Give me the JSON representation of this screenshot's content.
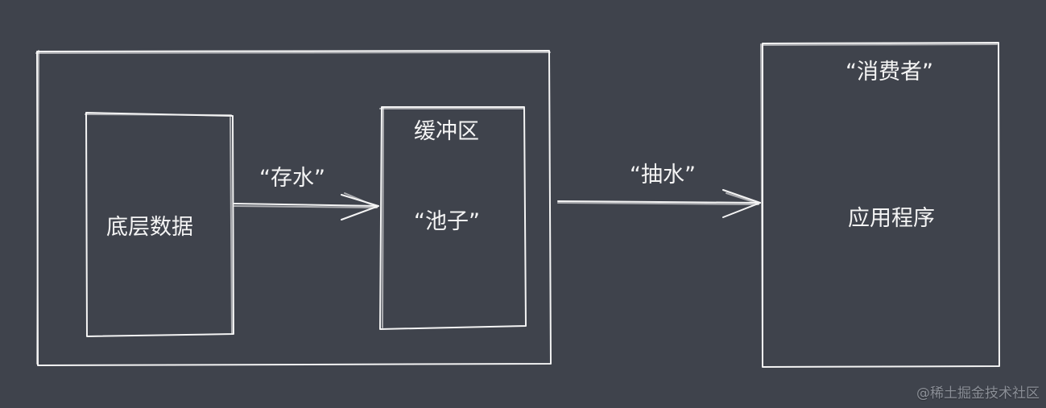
{
  "diagram": {
    "outer_group": {
      "label": ""
    },
    "boxes": {
      "source": {
        "label": "底层数据"
      },
      "buffer": {
        "title": "缓冲区",
        "label": "“池子”"
      },
      "consumer": {
        "title": "“消费者”",
        "label": "应用程序"
      }
    },
    "arrows": {
      "store": {
        "label": "“存水”",
        "from": "source",
        "to": "buffer"
      },
      "pump": {
        "label": "“抽水”",
        "from": "outer_group",
        "to": "consumer"
      }
    }
  },
  "watermark": "@稀土掘金技术社区",
  "colors": {
    "background": "#3f434c",
    "stroke": "#f4f4f4",
    "watermark": "#8b8f97"
  }
}
